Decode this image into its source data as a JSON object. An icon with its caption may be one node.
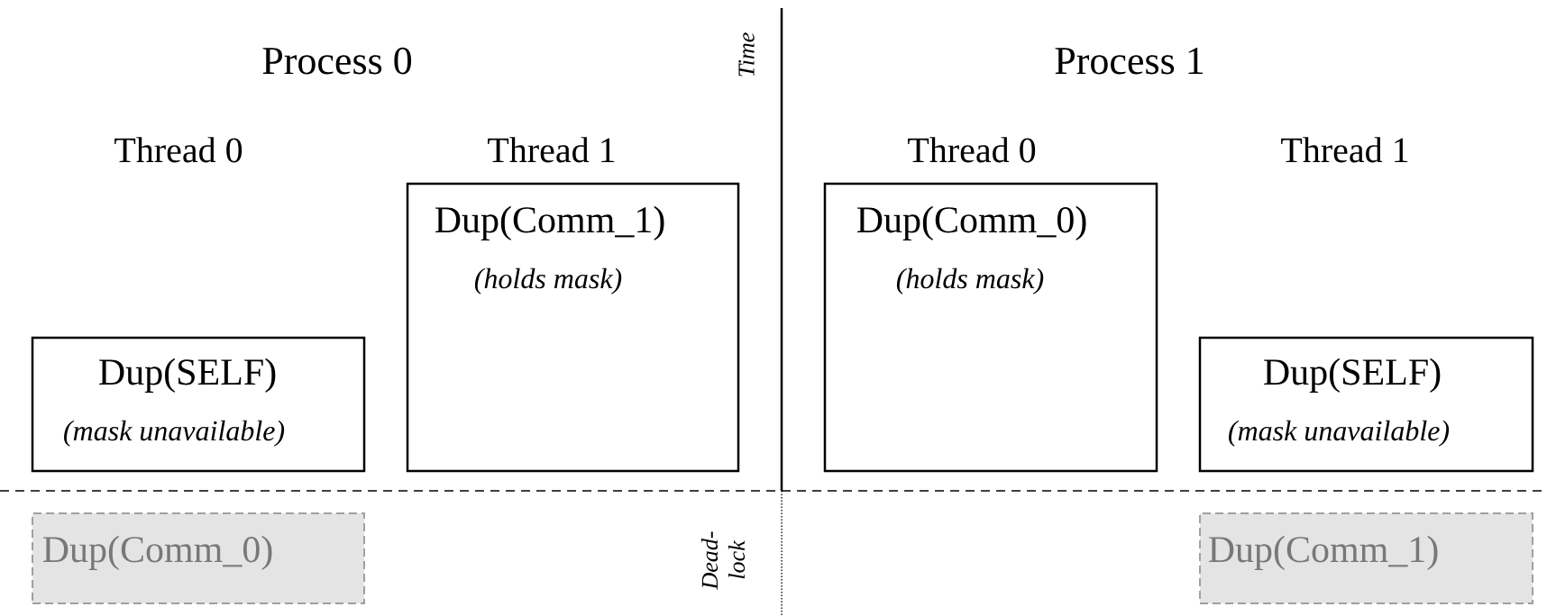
{
  "diagram": {
    "nodes": [
      {
        "text": [
          "Dup(SELF)",
          "(mask unavailable)"
        ]
      },
      {
        "text": [
          "Dup(Comm_1)",
          "(holds mask)"
        ]
      },
      {
        "text": [
          "Dup(Comm_0)",
          "(holds mask)"
        ]
      },
      {
        "text": [
          "Dup(SELF)",
          "(mask unavailable)"
        ]
      },
      {
        "text": [
          "Dup(Comm_0)"
        ]
      },
      {
        "text": [
          "Dup(Comm_1)"
        ]
      }
    ],
    "edges": [],
    "labels": [
      "Process 0",
      "Time",
      "Process 1",
      "Thread 0",
      "Thread 1",
      "Thread 0",
      "Thread 1",
      "Dead-lock"
    ]
  }
}
